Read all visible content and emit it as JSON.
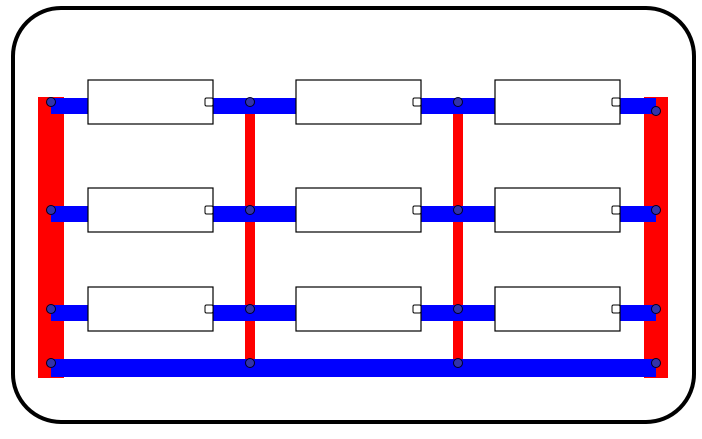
{
  "colors": {
    "frame_stroke": "#000000",
    "frame_fill": "#ffffff",
    "red_bar": "#ff0000",
    "blue_bar": "#0000ff",
    "box_fill": "#ffffff",
    "box_stroke": "#000000",
    "node_fill": "#3333aa",
    "node_stroke": "#000022"
  },
  "grid": {
    "rows": 3,
    "columns": 3,
    "cells": [
      {
        "row": 1,
        "column": 1
      },
      {
        "row": 1,
        "column": 2
      },
      {
        "row": 1,
        "column": 3
      },
      {
        "row": 2,
        "column": 1
      },
      {
        "row": 2,
        "column": 2
      },
      {
        "row": 2,
        "column": 3
      },
      {
        "row": 3,
        "column": 1
      },
      {
        "row": 3,
        "column": 2
      },
      {
        "row": 3,
        "column": 3
      }
    ]
  }
}
